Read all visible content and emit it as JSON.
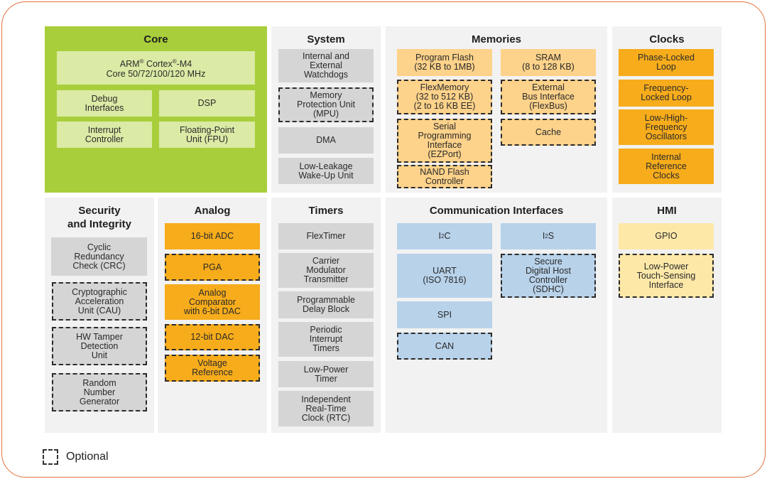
{
  "sections": {
    "core": {
      "title": "Core",
      "cortex_line1": "ARM",
      "cortex_line1b": " Cortex",
      "cortex_line1c": "-M4",
      "cortex_reg": "®",
      "cortex_line2": "Core 50/72/100/120 MHz",
      "debug": "Debug\nInterfaces",
      "dsp": "DSP",
      "interrupt": "Interrupt\nController",
      "fpu": "Floating-Point\nUnit (FPU)"
    },
    "system": {
      "title": "System",
      "watchdogs": "Internal and\nExternal\nWatchdogs",
      "mpu": "Memory\nProtection Unit\n(MPU)",
      "dma": "DMA",
      "llwu": "Low-Leakage\nWake-Up Unit"
    },
    "memories": {
      "title": "Memories",
      "program_flash": "Program Flash\n(32 KB to 1MB)",
      "sram": "SRAM\n(8 to 128 KB)",
      "flexmemory": "FlexMemory\n(32 to 512 KB)\n(2 to 16 KB EE)",
      "flexbus": "External\nBus Interface\n(FlexBus)",
      "ezport": "Serial\nProgramming\nInterface\n(EZPort)",
      "cache": "Cache",
      "nand": "NAND Flash\nController"
    },
    "clocks": {
      "title": "Clocks",
      "pll": "Phase-Locked\nLoop",
      "fll": "Frequency-\nLocked Loop",
      "osc": "Low-/High-\nFrequency\nOscillators",
      "irc": "Internal\nReference\nClocks"
    },
    "security": {
      "title": "Security\nand Integrity",
      "crc": "Cyclic\nRedundancy\nCheck (CRC)",
      "cau": "Cryptographic\nAcceleration\nUnit (CAU)",
      "tamper": "HW Tamper\nDetection\nUnit",
      "rng": "Random\nNumber\nGenerator"
    },
    "analog": {
      "title": "Analog",
      "adc": "16-bit ADC",
      "pga": "PGA",
      "comparator": "Analog\nComparator\nwith 6-bit DAC",
      "dac": "12-bit DAC",
      "vref": "Voltage\nReference"
    },
    "timers": {
      "title": "Timers",
      "flextimer": "FlexTimer",
      "cmt": "Carrier\nModulator\nTransmitter",
      "pdb": "Programmable\nDelay Block",
      "pit": "Periodic\nInterrupt\nTimers",
      "lptimer": "Low-Power\nTimer",
      "rtc": "Independent\nReal-Time\nClock (RTC)"
    },
    "comm": {
      "title": "Communication Interfaces",
      "i2c_a": "I",
      "i2c_b": "2",
      "i2c_c": "C",
      "i2s_a": "I",
      "i2s_b": "2",
      "i2s_c": "S",
      "uart": "UART\n(ISO 7816)",
      "sdhc": "Secure\nDigital Host\nController\n(SDHC)",
      "spi": "SPI",
      "can": "CAN"
    },
    "hmi": {
      "title": "HMI",
      "gpio": "GPIO",
      "tsi": "Low-Power\nTouch-Sensing\nInterface"
    }
  },
  "legend": {
    "label": "Optional"
  },
  "colors": {
    "frame": "#e2703a",
    "core_panel": "#a8cf3b",
    "core_block": "#dbeaa5",
    "gray_block": "#d5d5d5",
    "peach_block": "#fdd28a",
    "orange_block": "#f7ac1b",
    "blue_block": "#b8d2ea",
    "light_yellow_block": "#fde8a8"
  }
}
